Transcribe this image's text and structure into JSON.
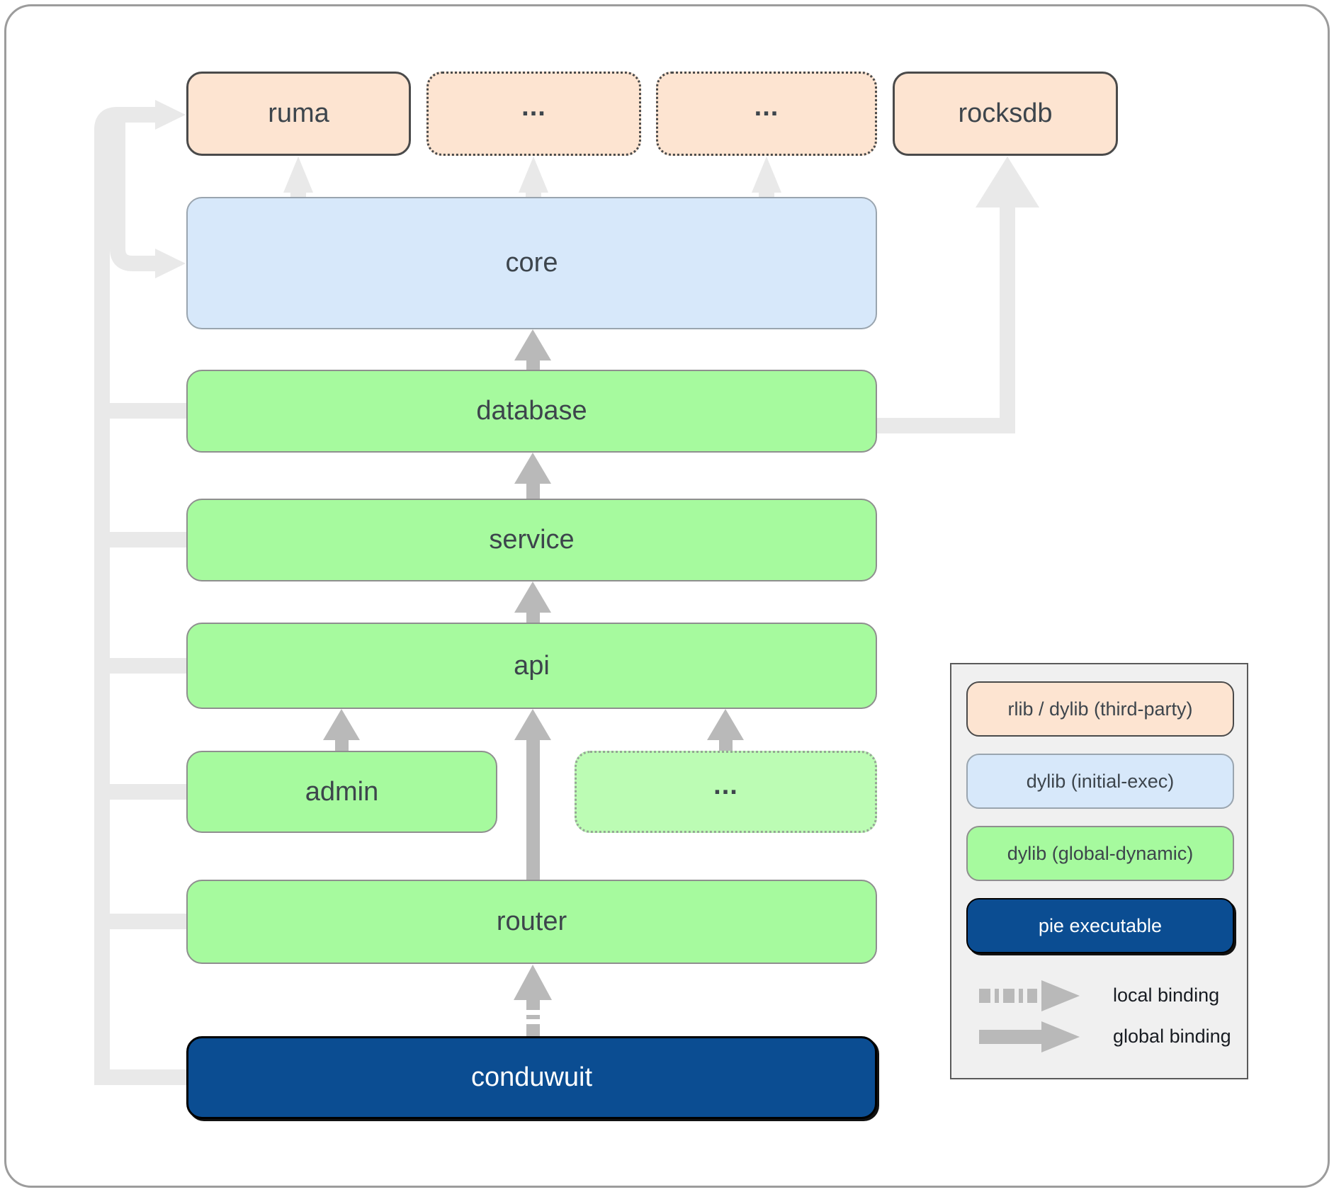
{
  "diagram": {
    "nodes": {
      "ruma": "ruma",
      "dots1": "...",
      "dots2": "...",
      "rocksdb": "rocksdb",
      "core": "core",
      "database": "database",
      "service": "service",
      "api": "api",
      "admin": "admin",
      "admin_dots": "...",
      "router": "router",
      "conduwuit": "conduwuit"
    }
  },
  "legend": {
    "items": [
      {
        "label": "rlib / dylib (third-party)"
      },
      {
        "label": "dylib (initial-exec)"
      },
      {
        "label": "dylib (global-dynamic)"
      },
      {
        "label": "pie executable"
      }
    ],
    "local_binding_label": "local binding",
    "global_binding_label": "global binding"
  },
  "palette": {
    "page_bg": "#ffffff",
    "page_border": "#9c9c9c",
    "box_text": "#3d454c",
    "peach": "#fde4d1",
    "peach_border": "#4a4a4a",
    "blue": "#d7e8fa",
    "blue_border": "#9aa5af",
    "green": "#a6fa9e",
    "green_border": "#8f8f8f",
    "green_pale": "#bcfcb4",
    "green_pale_border": "#95a695",
    "navy": "#0b4d92",
    "navy_border": "#000000",
    "arrow_light": "#e9e9e9",
    "arrow_dark": "#b9b9b9",
    "legend_bg": "#f0f0f0",
    "legend_border": "#5a5a5a",
    "binding_text": "#181c22"
  }
}
